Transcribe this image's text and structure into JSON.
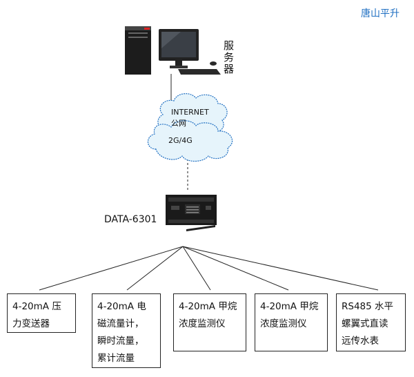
{
  "brand": "唐山平升",
  "server": {
    "label": "服务器"
  },
  "cloud_internet": {
    "line1": "INTERNET",
    "line2": "公网"
  },
  "cloud_mobile": {
    "label": "2G/4G"
  },
  "device": {
    "label": "DATA-6301"
  },
  "sensors": [
    {
      "lines": [
        "4-20mA 压",
        "力变送器"
      ]
    },
    {
      "lines": [
        "4-20mA 电",
        "磁流量计，",
        "瞬时流量，",
        "累计流量"
      ]
    },
    {
      "lines": [
        "4-20mA 甲烷",
        "浓度监测仪"
      ]
    },
    {
      "lines": [
        "4-20mA 甲烷",
        "浓度监测仪"
      ]
    },
    {
      "lines": [
        "RS485 水平",
        "螺翼式直读",
        "远传水表"
      ]
    }
  ]
}
